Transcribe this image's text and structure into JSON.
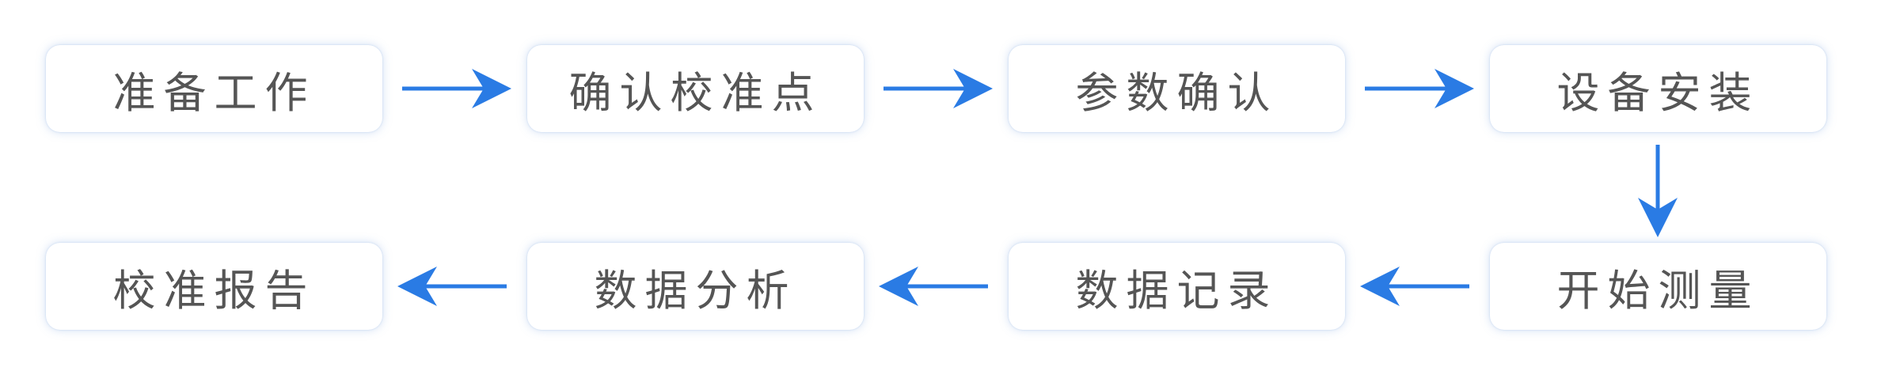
{
  "flow": {
    "steps": [
      {
        "label": "准备工作"
      },
      {
        "label": "确认校准点"
      },
      {
        "label": "参数确认"
      },
      {
        "label": "设备安装"
      },
      {
        "label": "开始测量"
      },
      {
        "label": "数据记录"
      },
      {
        "label": "数据分析"
      },
      {
        "label": "校准报告"
      }
    ],
    "arrow_color": "#2a7be4",
    "box_shadow_color": "#a0bfe8",
    "text_color": "#555555"
  }
}
